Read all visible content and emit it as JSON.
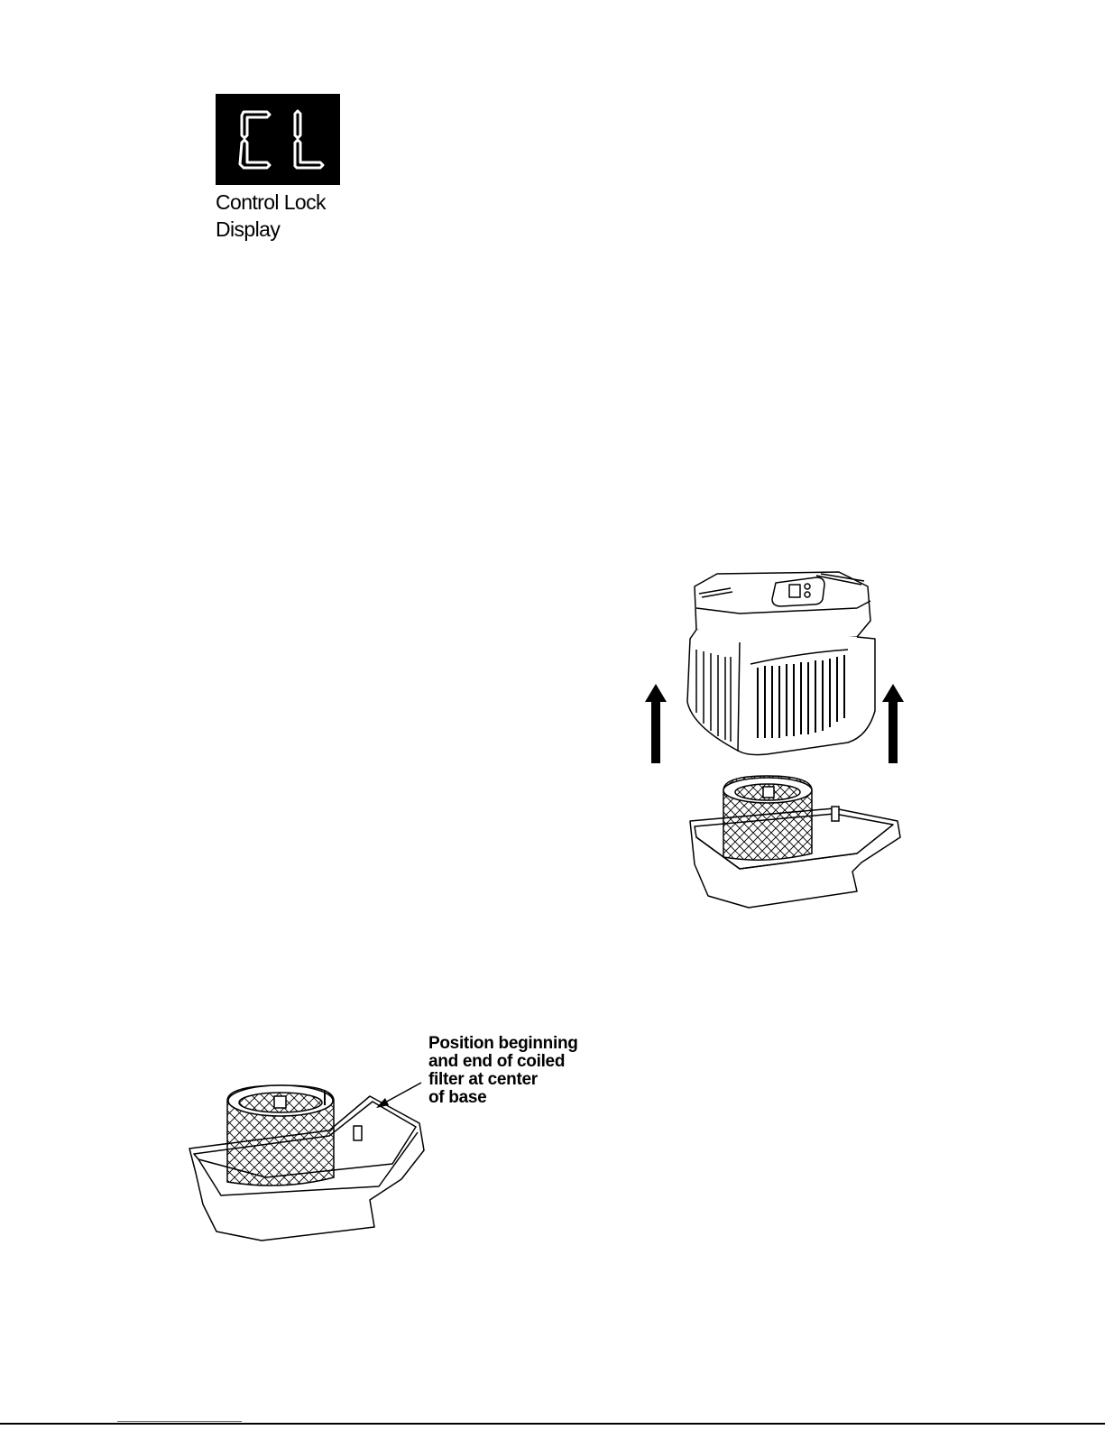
{
  "control_lock": {
    "display_code": "CL",
    "caption_line1": "Control Lock",
    "caption_line2": "Display"
  },
  "filter_callout": {
    "line1": "Position beginning",
    "line2": "and end of coiled",
    "line3": "filter at center",
    "line4": "of base"
  },
  "colors": {
    "lcd_background": "#000000",
    "lcd_segments": "#ffffff",
    "link_underline": "#4a63d6"
  }
}
